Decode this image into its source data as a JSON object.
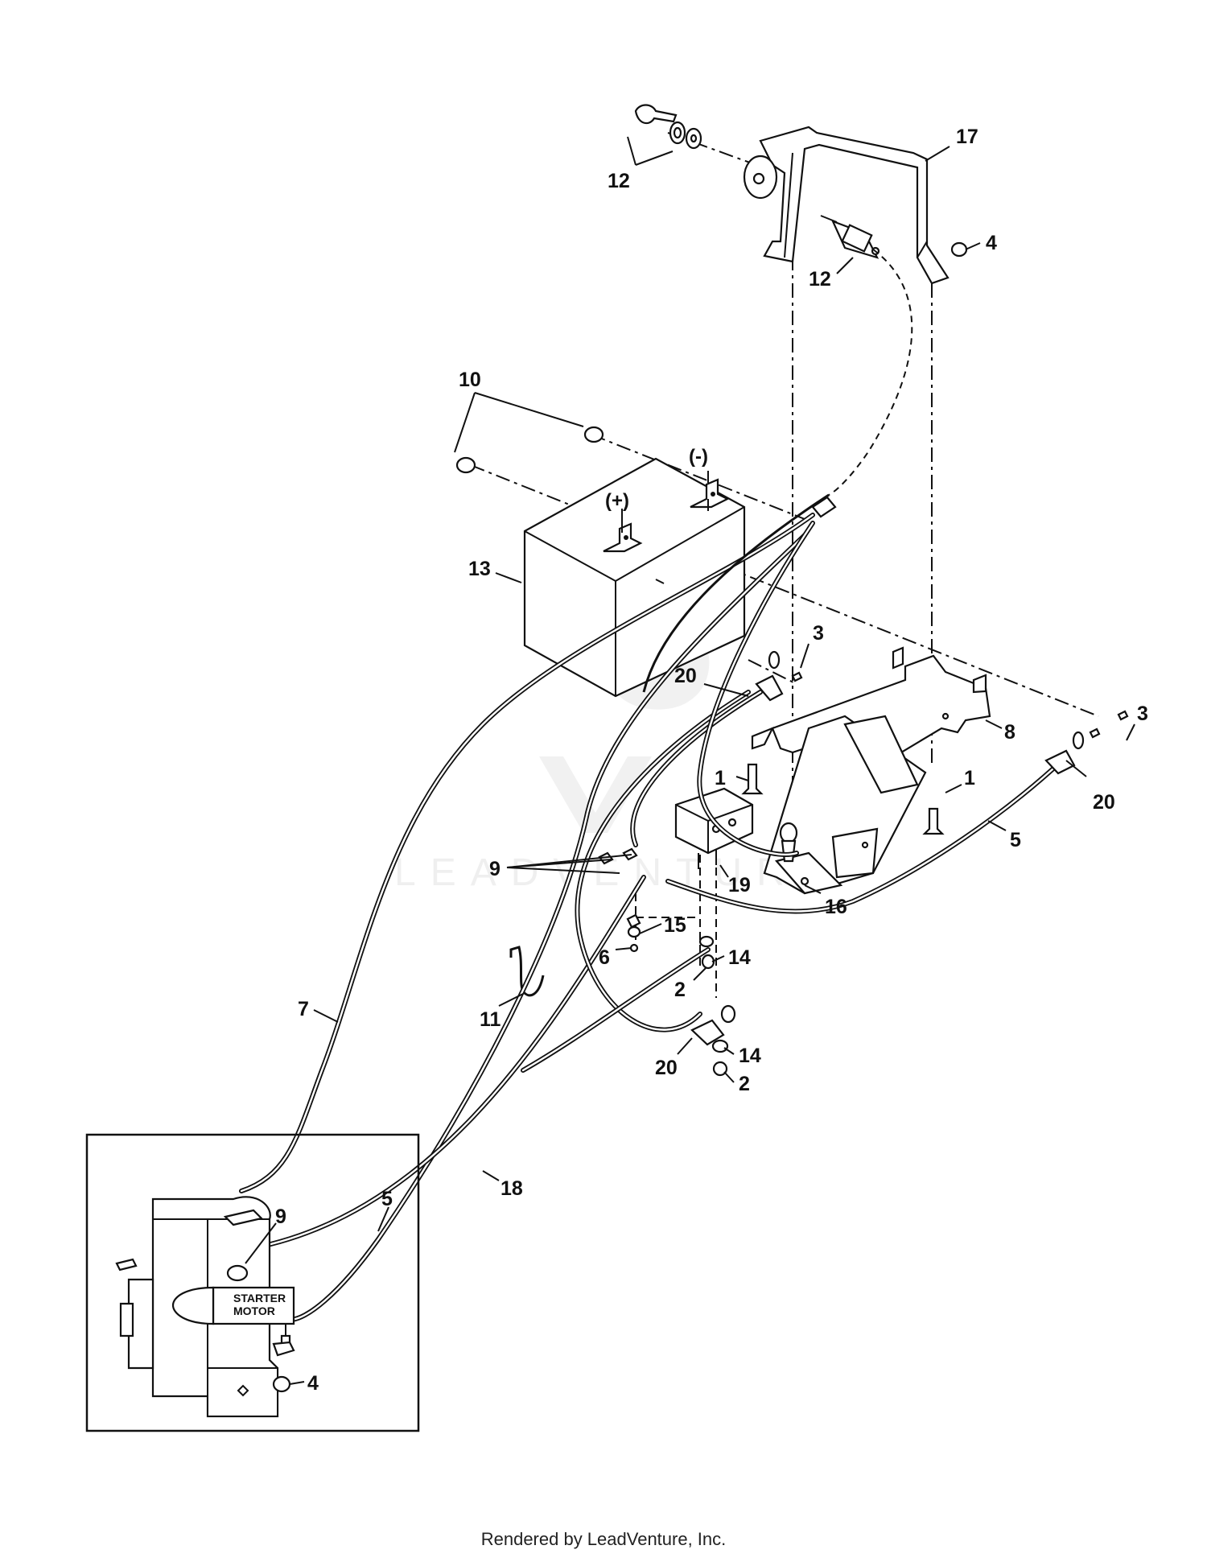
{
  "diagram": {
    "callouts": {
      "c1a": "1",
      "c1b": "1",
      "c2a": "2",
      "c2b": "2",
      "c3a": "3",
      "c3b": "3",
      "c4a": "4",
      "c4b": "4",
      "c5a": "5",
      "c5b": "5",
      "c6": "6",
      "c7": "7",
      "c8": "8",
      "c9a": "9",
      "c9b": "9",
      "c10": "10",
      "c11": "11",
      "c12a": "12",
      "c12b": "12",
      "c13": "13",
      "c14a": "14",
      "c14b": "14",
      "c15": "15",
      "c16": "16",
      "c17": "17",
      "c18": "18",
      "c19": "19",
      "c20a": "20",
      "c20b": "20"
    },
    "battery_terminals": {
      "positive": "(+)",
      "negative": "(-)"
    },
    "starter_label_line1": "STARTER",
    "starter_label_line2": "MOTOR"
  },
  "footer": {
    "credit": "Rendered by LeadVenture, Inc."
  }
}
